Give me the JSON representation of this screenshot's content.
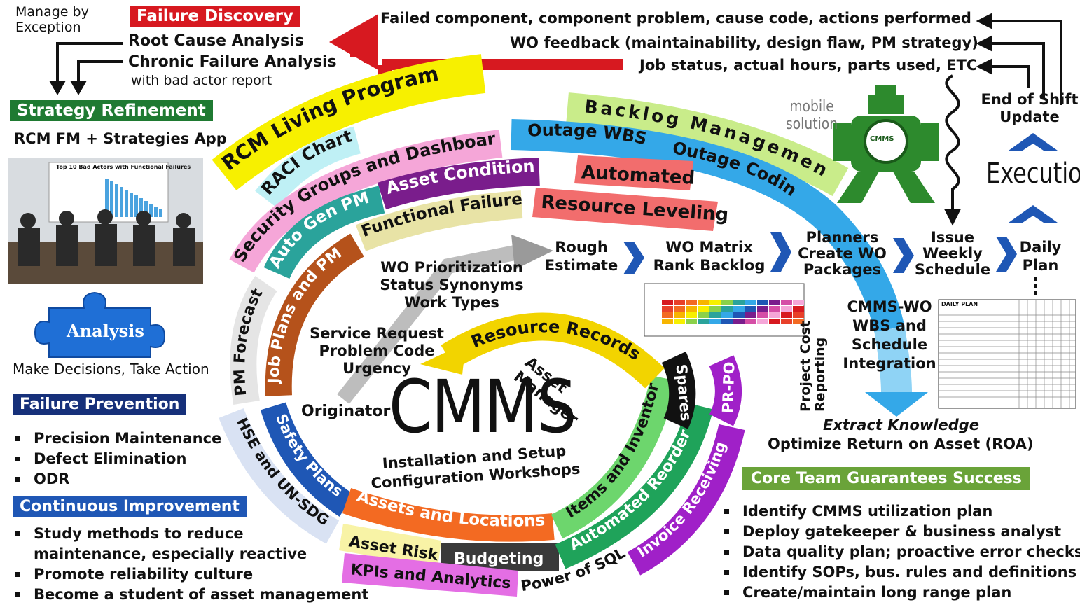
{
  "manage_by_exception": "Manage by\nException",
  "failure_discovery": {
    "title": "Failure Discovery",
    "items": [
      "Root Cause Analysis",
      "Chronic Failure Analysis",
      "with bad actor report"
    ]
  },
  "feedback": [
    "Failed component, component problem, cause code, actions performed",
    "WO feedback (maintainability, design flaw, PM strategy)",
    "Job status, actual hours, parts used, ETC"
  ],
  "strategy_refinement": {
    "title": "Strategy Refinement",
    "subtitle": "RCM FM + Strategies App"
  },
  "meeting_chart": {
    "title": "Top 10 Bad Actors with Functional Failures"
  },
  "analysis": {
    "label": "Analysis",
    "caption": "Make Decisions, Take Action"
  },
  "failure_prevention": {
    "title": "Failure Prevention",
    "items": [
      "Precision Maintenance",
      "Defect Elimination",
      "ODR"
    ]
  },
  "continuous_improvement": {
    "title": "Continuous Improvement",
    "items": [
      "Study methods to reduce",
      "maintenance, especially reactive",
      "Promote reliability culture",
      "Become a student of asset management"
    ]
  },
  "ribbons": {
    "rcm": "RCM Living Program",
    "raci": "RACI Chart",
    "security": "Security Groups and Dashboards",
    "asset_condition": "Asset Condition",
    "auto_gen_pm": "Auto Gen PM",
    "functional_failure": "Functional Failure",
    "backlog": "Backlog Management",
    "outage_wbs": "Outage WBS",
    "outage_coding": "Outage Coding",
    "automated": "Automated",
    "resource_leveling": "Resource Leveling"
  },
  "ring": {
    "pm_forecast": "PM Forecast",
    "job_plans": "Job Plans and PM",
    "hse": "HSE and UN-SDG",
    "safety": "Safety Plans",
    "assets_locations": "Assets and Locations",
    "asset_risk": "Asset Risk",
    "budgeting": "Budgeting",
    "kpis": "KPIs and Analytics",
    "power_sql": "Power of SQL",
    "items_inventory": "Items and Inventory",
    "automated_reorder": "Automated Reorder",
    "invoice_receiving": "Invoice Receiving",
    "spares": "Spares",
    "pr_po": "PR-PO",
    "resource_records": "Resource Records"
  },
  "center": {
    "wo_prioritization": [
      "WO Prioritization",
      "Status Synonyms",
      "Work Types"
    ],
    "service_request": [
      "Service Request",
      "Problem Code",
      "Urgency"
    ],
    "originator": "Originator",
    "asset_manager": "Asset\nManager",
    "cmms": "CMMS",
    "install": [
      "Installation and Setup",
      "Configuration Workshops"
    ]
  },
  "flow": {
    "rough": "Rough\nEstimate",
    "matrix": "WO Matrix\nRank Backlog",
    "planners": "Planners\nCreate WO\nPackages",
    "issue": "Issue\nWeekly\nSchedule",
    "daily": "Daily\nPlan"
  },
  "execution": {
    "label": "Execution",
    "end_of_shift": "End of Shift\nUpdate"
  },
  "mobile": "mobile\nsolution",
  "robot_label": "CMMS",
  "cmms_wo": "CMMS-WO\nWBS and\nSchedule\nIntegration",
  "project_cost": "Project Cost\nReporting",
  "extract": {
    "line1": "Extract Knowledge",
    "line2": "Optimize Return on Asset (ROA)"
  },
  "core_team": {
    "title": "Core Team Guarantees Success",
    "items": [
      "Identify CMMS utilization plan",
      "Deploy gatekeeper & business analyst",
      "Data quality plan; proactive error checks",
      "Identify SOPs, bus. rules and definitions",
      "Create/maintain long range plan"
    ]
  },
  "daily_plan_form": {
    "title": "DAILY PLAN"
  },
  "colors": {
    "red": "#d71920",
    "green": "#1f7a32",
    "navy": "#16307a",
    "blue": "#1f57b5",
    "yellow": "#f7f000",
    "lightgreen": "#c9ec8a",
    "pink": "#f5a6d8",
    "magenta": "#d54ea6",
    "purple": "#7a1d8c",
    "teal": "#2aa39b",
    "cyan": "#34a8e8",
    "orange": "#f36a22",
    "brown": "#b5521b"
  }
}
